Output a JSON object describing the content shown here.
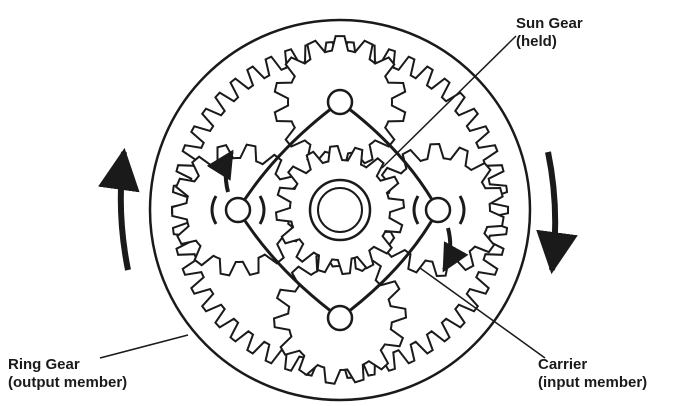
{
  "labels": {
    "sun_gear": {
      "line1": "Sun Gear",
      "line2": "(held)"
    },
    "ring_gear": {
      "line1": "Ring Gear",
      "line2": "(output member)"
    },
    "carrier": {
      "line1": "Carrier",
      "line2": "(input member)"
    }
  },
  "colors": {
    "ink": "#1a1a1a",
    "paper": "#ffffff"
  },
  "gears": {
    "ring_internal_teeth": 50,
    "planet_teeth": 14,
    "sun_teeth": 16
  },
  "icons": [
    "rotation-arrow-icon",
    "planet-rotation-arrow-icon"
  ]
}
